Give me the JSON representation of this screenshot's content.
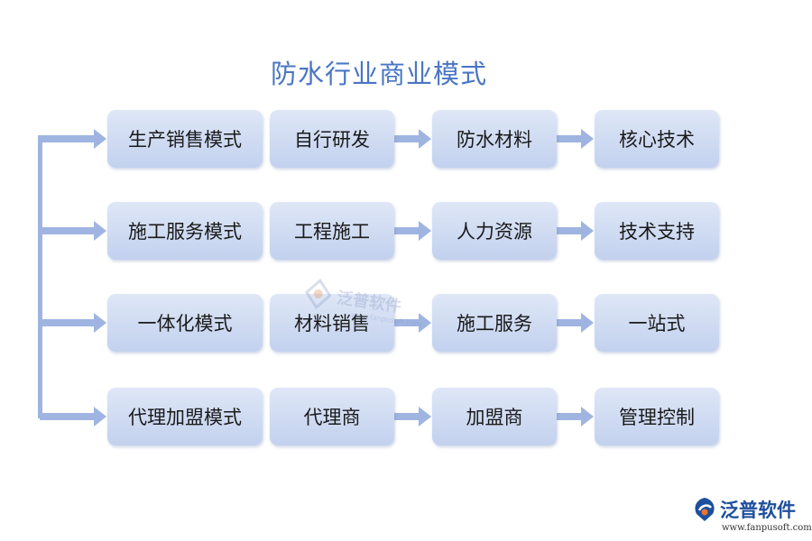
{
  "title": "防水行业商业模式",
  "rows": [
    {
      "mode": "生产销售模式",
      "steps": [
        "自行研发",
        "防水材料",
        "核心技术"
      ]
    },
    {
      "mode": "施工服务模式",
      "steps": [
        "工程施工",
        "人力资源",
        "技术支持"
      ]
    },
    {
      "mode": "一体化模式",
      "steps": [
        "材料销售",
        "施工服务",
        "一站式"
      ]
    },
    {
      "mode": "代理加盟模式",
      "steps": [
        "代理商",
        "加盟商",
        "管理控制"
      ]
    }
  ],
  "watermark": {
    "text": "泛普软件",
    "sub": "www.fanpusoft.com"
  },
  "logo": {
    "text": "泛普软件",
    "url": "www.fanpusoft.com"
  },
  "colors": {
    "arrow": "#9fb4e0",
    "box_top": "#dfe7f7",
    "box_bottom": "#c2d1ee",
    "title": "#4a76c4"
  }
}
